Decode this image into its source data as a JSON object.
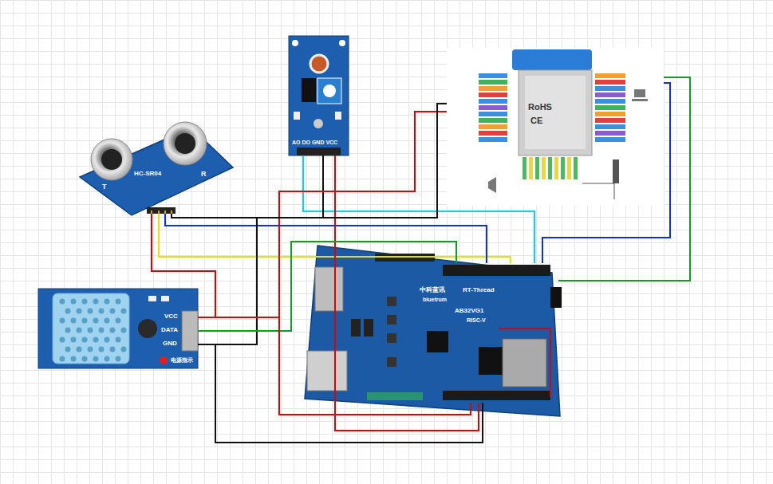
{
  "diagram": {
    "nodes": [
      {
        "text": [
          "HC-SR04",
          "T",
          "R"
        ]
      },
      {
        "text": [
          "AO DO GND VCC"
        ]
      },
      {
        "text": [
          "RoHS",
          "CE"
        ]
      },
      {
        "text": [
          "VCC",
          "DATA",
          "GND",
          "电源指示"
        ]
      },
      {
        "text": [
          "中科蓝讯",
          "RT-Thread",
          "bluetrum",
          "AB32VG1",
          "RISC-V"
        ]
      }
    ],
    "edges": [
      {
        "from": 0,
        "to": 4,
        "arrow": "none"
      },
      {
        "from": 0,
        "to": 4,
        "arrow": "none"
      },
      {
        "from": 0,
        "to": 4,
        "arrow": "none"
      },
      {
        "from": 0,
        "to": 4,
        "arrow": "none"
      },
      {
        "from": 1,
        "to": 4,
        "arrow": "none"
      },
      {
        "from": 1,
        "to": 4,
        "arrow": "none"
      },
      {
        "from": 1,
        "to": 4,
        "arrow": "none"
      },
      {
        "from": 2,
        "to": 4,
        "arrow": "none"
      },
      {
        "from": 2,
        "to": 4,
        "arrow": "none"
      },
      {
        "from": 2,
        "to": 4,
        "arrow": "none"
      },
      {
        "from": 2,
        "to": 4,
        "arrow": "none"
      },
      {
        "from": 3,
        "to": 4,
        "arrow": "none"
      },
      {
        "from": 3,
        "to": 4,
        "arrow": "none"
      },
      {
        "from": 3,
        "to": 4,
        "arrow": "none"
      }
    ]
  }
}
